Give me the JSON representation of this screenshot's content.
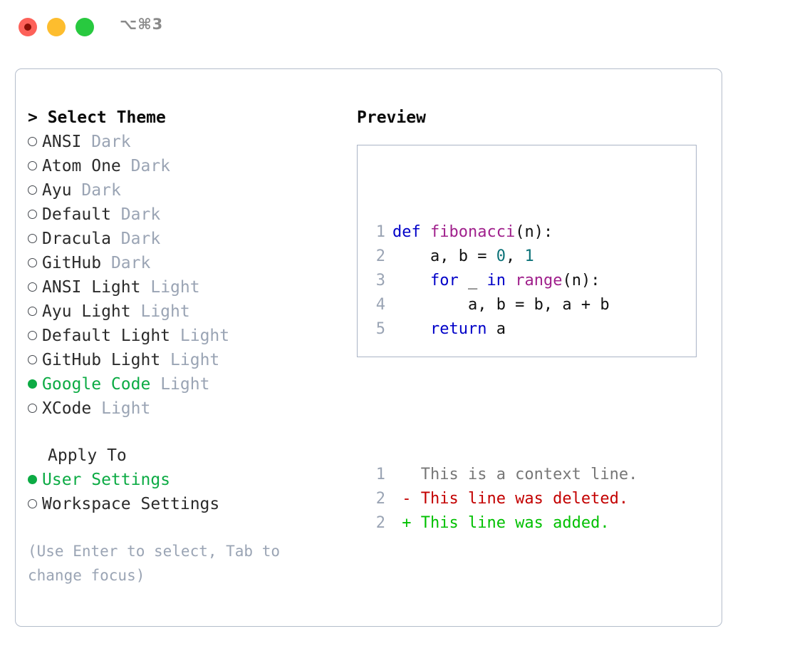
{
  "titlebar": {
    "shortcut": "⌥⌘3",
    "buttons": [
      {
        "name": "close",
        "color": "#fd6159"
      },
      {
        "name": "minimize",
        "color": "#fdbd2e"
      },
      {
        "name": "maximize",
        "color": "#28c93f"
      }
    ]
  },
  "theme_picker": {
    "header": "> Select Theme",
    "options": [
      {
        "label": "ANSI",
        "kind": "Dark",
        "selected": false
      },
      {
        "label": "Atom One",
        "kind": "Dark",
        "selected": false
      },
      {
        "label": "Ayu",
        "kind": "Dark",
        "selected": false
      },
      {
        "label": "Default",
        "kind": "Dark",
        "selected": false
      },
      {
        "label": "Dracula",
        "kind": "Dark",
        "selected": false
      },
      {
        "label": "GitHub",
        "kind": "Dark",
        "selected": false
      },
      {
        "label": "ANSI Light",
        "kind": "Light",
        "selected": false
      },
      {
        "label": "Ayu Light",
        "kind": "Light",
        "selected": false
      },
      {
        "label": "Default Light",
        "kind": "Light",
        "selected": false
      },
      {
        "label": "GitHub Light",
        "kind": "Light",
        "selected": false
      },
      {
        "label": "Google Code",
        "kind": "Light",
        "selected": true
      },
      {
        "label": "XCode",
        "kind": "Light",
        "selected": false
      }
    ]
  },
  "apply_to": {
    "header": "Apply To",
    "options": [
      {
        "label": "User Settings",
        "selected": true
      },
      {
        "label": "Workspace Settings",
        "selected": false
      }
    ]
  },
  "hint": "(Use Enter to select, Tab to change focus)",
  "preview": {
    "header": "Preview",
    "code_lines": [
      {
        "num": "1",
        "tokens": [
          {
            "t": "def ",
            "c": "kw"
          },
          {
            "t": "fibonacci",
            "c": "fn"
          },
          {
            "t": "(n):",
            "c": "pl"
          }
        ]
      },
      {
        "num": "2",
        "tokens": [
          {
            "t": "    a, b = ",
            "c": "pl"
          },
          {
            "t": "0",
            "c": "num"
          },
          {
            "t": ", ",
            "c": "pl"
          },
          {
            "t": "1",
            "c": "num"
          }
        ]
      },
      {
        "num": "3",
        "tokens": [
          {
            "t": "    ",
            "c": "pl"
          },
          {
            "t": "for",
            "c": "kw"
          },
          {
            "t": " _ ",
            "c": "pl"
          },
          {
            "t": "in",
            "c": "kw"
          },
          {
            "t": " ",
            "c": "pl"
          },
          {
            "t": "range",
            "c": "fn"
          },
          {
            "t": "(n):",
            "c": "pl"
          }
        ]
      },
      {
        "num": "4",
        "tokens": [
          {
            "t": "        a, b = b, a + b",
            "c": "pl"
          }
        ]
      },
      {
        "num": "5",
        "tokens": [
          {
            "t": "    ",
            "c": "pl"
          },
          {
            "t": "return",
            "c": "kw"
          },
          {
            "t": " a",
            "c": "pl"
          }
        ]
      }
    ],
    "diff_lines": [
      {
        "num": "1",
        "tokens": [
          {
            "t": "   This is a context line.",
            "c": "ctx"
          }
        ]
      },
      {
        "num": "2",
        "tokens": [
          {
            "t": " - This line was deleted.",
            "c": "del"
          }
        ]
      },
      {
        "num": "2",
        "tokens": [
          {
            "t": " + This line was added.",
            "c": "add"
          }
        ]
      }
    ]
  },
  "colors": {
    "accent_green": "#0cab44",
    "muted": "#9aa4b4",
    "keyword": "#0000c8",
    "function": "#a0208c",
    "number": "#0c7278",
    "diff_deleted": "#c30000",
    "diff_added": "#00c000",
    "border": "#b4bdcb"
  }
}
